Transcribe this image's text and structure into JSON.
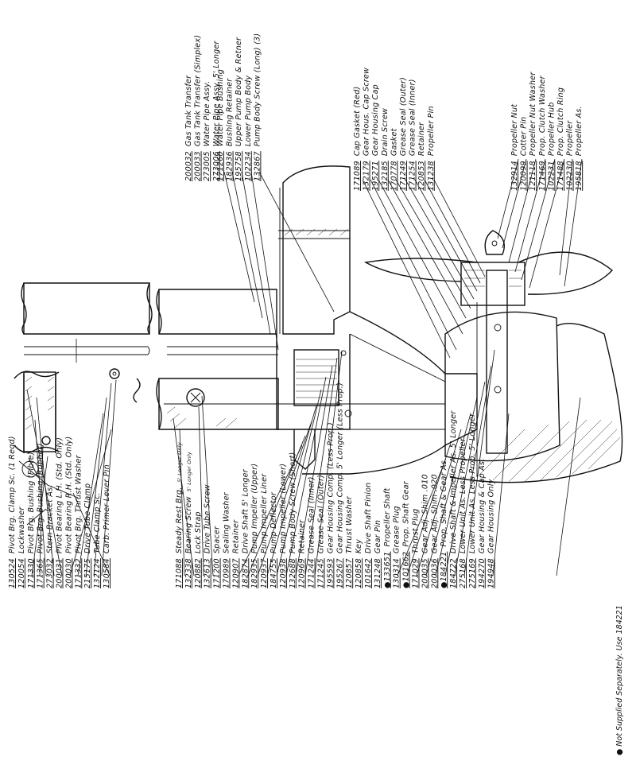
{
  "diagram": {
    "groups": {
      "upper_left": [
        {
          "part": "130524",
          "desc": "Pivot Brg. Clamp Sc. (1 Reqd)"
        },
        {
          "part": "120054",
          "desc": "Lockwasher"
        },
        {
          "part": "171330",
          "desc": "Pivot Brg. Bushing (Fibre)"
        },
        {
          "part": "171365",
          "desc": "Pivot Brg. Bushing (Rubber)"
        },
        {
          "part": "273032",
          "desc": "Stern Bracket As."
        },
        {
          "part": "200031",
          "desc": "Pivot Bearing L.H. (Std. Only)"
        },
        {
          "part": "200030",
          "desc": "Pivot Bearing R.H. (Std. Only)"
        },
        {
          "part": "171332",
          "desc": "Pivot Brg. Thrust Washer"
        },
        {
          "part": "215175",
          "desc": "Drive Tube Clamp"
        },
        {
          "part": "132124",
          "desc": "Tube Clamp Sc."
        },
        {
          "part": "130584",
          "desc": "Carb. Primer Lever Pin"
        }
      ],
      "lower_left": [
        {
          "part": "171088",
          "desc": "Steady Rest Brg.",
          "note": "5' Longer Only"
        },
        {
          "part": "132338",
          "desc": "Bearing Screw",
          "note": "5' Longer Only"
        },
        {
          "part": "120882",
          "desc": "Lock Strap"
        },
        {
          "part": "132613",
          "desc": "Drive Tube Screw"
        },
        {
          "part": "171200",
          "desc": "Spacer"
        },
        {
          "part": "170989",
          "desc": "Sealing Washer"
        },
        {
          "part": "120907",
          "desc": "Retainer"
        },
        {
          "part": "182874",
          "desc": "Drive Shaft 5' Longer"
        },
        {
          "part": "182935",
          "desc": "Pump Impeller (Upper)"
        },
        {
          "part": "120937",
          "desc": "Pump Impeller Liner"
        },
        {
          "part": "184755",
          "desc": "Pump Deflector"
        },
        {
          "part": "120938",
          "desc": "Pump Impeller (Lower)"
        },
        {
          "part": "132688",
          "desc": "Pump Body Screw (Short)"
        },
        {
          "part": "120969",
          "desc": "Retainer"
        },
        {
          "part": "171244",
          "desc": "Grease Seal (Inner)"
        },
        {
          "part": "171245",
          "desc": "Grease Seal (Outer)"
        },
        {
          "part": "195593",
          "desc": "Gear Housing Comp. (Less Prop.)"
        },
        {
          "part": "195267",
          "desc": "Gear Housing Comp. 5' Longer (Less Prop.)"
        },
        {
          "part": "120857",
          "desc": "Thrust Washer"
        },
        {
          "part": "120858",
          "desc": "Key"
        },
        {
          "part": "101642",
          "desc": "Drive Shaft Pinion"
        },
        {
          "part": "131248",
          "desc": "Gear Pin"
        },
        {
          "part": "133651",
          "desc": "Propeller Shaft",
          "bullet": true
        },
        {
          "part": "130314",
          "desc": "Grease Plug"
        },
        {
          "part": "101662",
          "desc": "Prop. Shaft Gear",
          "bullet": true
        },
        {
          "part": "171029",
          "desc": "Thrust Plug"
        },
        {
          "part": "200035",
          "desc": "Gear Adj. Shim .010"
        },
        {
          "part": "200036",
          "desc": "Gear Adj. Shim .020"
        },
        {
          "part": "184221",
          "desc": "Prop. Shaft & Gear As.",
          "bullet": true
        },
        {
          "part": "184722",
          "desc": "Drive Shaft & Impeller As. 5' Longer"
        },
        {
          "part": "275168",
          "desc": "Lower Unit As. Less Propeller"
        },
        {
          "part": "275169",
          "desc": "Lower Unit As. Less Prop. 5' Longer"
        },
        {
          "part": "194270",
          "desc": "Gear Housing & Cap As."
        },
        {
          "part": "194948",
          "desc": "Gear Housing Only"
        }
      ],
      "water_top": [
        {
          "part": "200032",
          "desc": "Gas Tank Transfer"
        },
        {
          "part": "200033",
          "desc": "Gas Tank Transfer (Simplex)"
        },
        {
          "part": "273005",
          "desc": "Water Pipe Assy."
        },
        {
          "part": "273006",
          "desc": "Water Pipe Assy. 5' Longer"
        }
      ],
      "pump": [
        {
          "part": "171260",
          "desc": "Water Pipe Bushing"
        },
        {
          "part": "182936",
          "desc": "Bushing Retainer"
        },
        {
          "part": "195758",
          "desc": "Upper Pump Body & Retner"
        },
        {
          "part": "102234",
          "desc": "Lower Pump Body"
        },
        {
          "part": "132867",
          "desc": "Pump Body Screw (Long) (3)"
        }
      ],
      "cap": [
        {
          "part": "171089",
          "desc": "Cap Gasket (Red)"
        },
        {
          "part": "132179",
          "desc": "Gear Hous. Cap Screw"
        },
        {
          "part": "195271",
          "desc": "Gear Housing Cap"
        },
        {
          "part": "132185",
          "desc": "Drain Screw"
        },
        {
          "part": "170778",
          "desc": "Gasket"
        },
        {
          "part": "171249",
          "desc": "Grease Seal (Outer)"
        },
        {
          "part": "171254",
          "desc": "Grease Seal (Inner)"
        },
        {
          "part": "120853",
          "desc": "Retainer"
        },
        {
          "part": "131238",
          "desc": "Propeller Pin"
        }
      ],
      "prop": [
        {
          "part": "132914",
          "desc": "Propeller Nut"
        },
        {
          "part": "120099",
          "desc": "Cotter Pin"
        },
        {
          "part": "121118",
          "desc": "Propeller Nut Washer"
        },
        {
          "part": "171469",
          "desc": "Prop. Clutch Washer"
        },
        {
          "part": "102231",
          "desc": "Propeller Hub"
        },
        {
          "part": "171488",
          "desc": "Prop. Clutch Ring"
        },
        {
          "part": "102230",
          "desc": "Propeller"
        },
        {
          "part": "195818",
          "desc": "Propeller As."
        }
      ]
    },
    "footnote": "● Not Supplied Separately. Use 184221"
  },
  "colors": {
    "ink": "#111111",
    "paper": "#ffffff"
  }
}
